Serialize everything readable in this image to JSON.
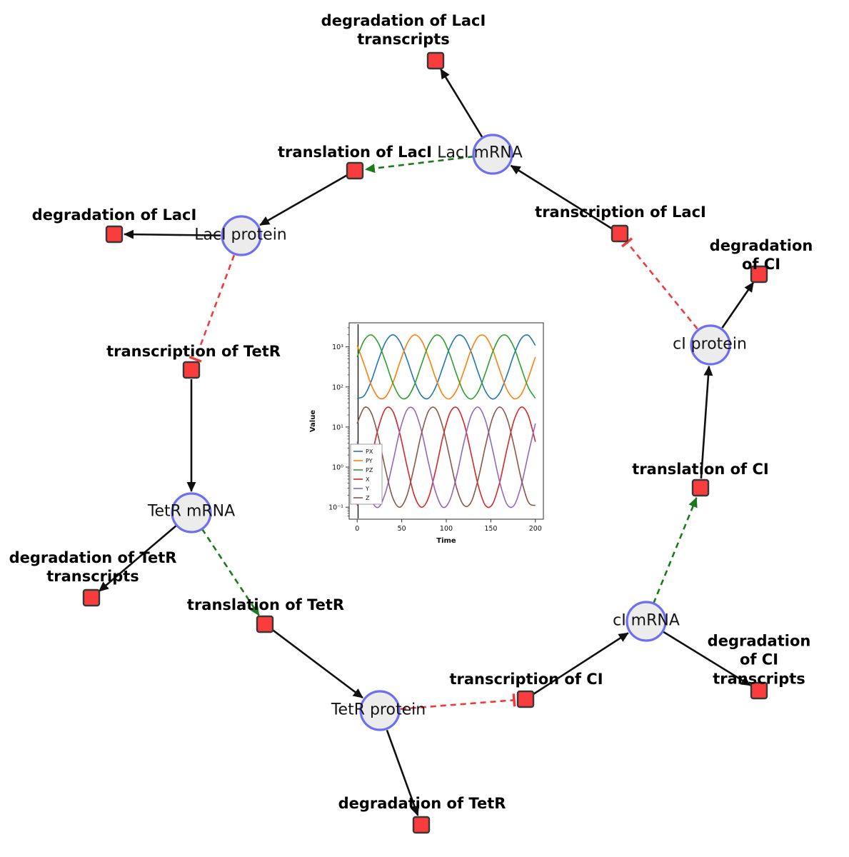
{
  "figure": {
    "background": "#ffffff"
  },
  "network": {
    "species": [
      {
        "id": "lacI-mrna",
        "label": "LacI mRNA"
      },
      {
        "id": "lacI-protein",
        "label": "LacI protein"
      },
      {
        "id": "tetR-mrna",
        "label": "TetR mRNA"
      },
      {
        "id": "tetR-protein",
        "label": "TetR protein"
      },
      {
        "id": "cI-mrna",
        "label": "cI mRNA"
      },
      {
        "id": "cI-protein",
        "label": "cI protein"
      }
    ],
    "reactions": [
      {
        "id": "deg-lacI-transcripts",
        "label": "degradation of LacI\ntranscripts"
      },
      {
        "id": "translation-lacI",
        "label": "translation of LacI"
      },
      {
        "id": "transcription-lacI",
        "label": "transcription of LacI"
      },
      {
        "id": "deg-lacI",
        "label": "degradation of LacI"
      },
      {
        "id": "deg-cI",
        "label": "degradation of CI"
      },
      {
        "id": "transcription-tetR",
        "label": "transcription of TetR"
      },
      {
        "id": "translation-cI",
        "label": "translation of CI"
      },
      {
        "id": "deg-tetR-transcripts",
        "label": "degradation of TetR\ntranscripts"
      },
      {
        "id": "translation-tetR",
        "label": "translation of TetR"
      },
      {
        "id": "transcription-cI",
        "label": "transcription of CI"
      },
      {
        "id": "deg-cI-transcripts",
        "label": "degradation of CI\ntranscripts"
      },
      {
        "id": "deg-tetR",
        "label": "degradation of TetR"
      }
    ],
    "edge_types": {
      "consumption_production": "solid black arrow",
      "catalysis": "dashed green arrow",
      "inhibition": "dashed red tee"
    },
    "colors": {
      "species_fill": "#ececec",
      "species_stroke": "#6e6ef2",
      "reaction_fill": "#fa3c3c",
      "reaction_stroke": "#383838",
      "edge": "#101010",
      "activation": "#1b7a1b",
      "inhibition": "#ef3b3b"
    }
  },
  "chart_data": {
    "type": "line",
    "title": "",
    "xlabel": "Time",
    "ylabel": "Value",
    "y_scale": "log",
    "grid": false,
    "legend_position": "left-middle",
    "xlim": [
      -9,
      209
    ],
    "ylog_lim": [
      -1.3,
      3.6
    ],
    "x_ticks": [
      0,
      50,
      100,
      150,
      200
    ],
    "y_ticks": [
      {
        "v": 0.1,
        "label": "10⁻¹"
      },
      {
        "v": 1,
        "label": "10⁰"
      },
      {
        "v": 10,
        "label": "10¹"
      },
      {
        "v": 100,
        "label": "10²"
      },
      {
        "v": 1000,
        "label": "10³"
      }
    ],
    "x": [
      0,
      8,
      16,
      24,
      32,
      40,
      48,
      56,
      64,
      72,
      80,
      88,
      96,
      104,
      112,
      120,
      128,
      136,
      144,
      152,
      160,
      168,
      176,
      184,
      192,
      200
    ],
    "series": [
      {
        "name": "PX",
        "color": "#1f77b4",
        "values": [
          52,
          61,
          144,
          481,
          1340,
          1995,
          1340,
          481,
          144,
          61,
          52,
          98,
          304,
          964,
          1884,
          1702,
          742,
          224,
          78,
          50,
          71,
          193,
          645,
          1589,
          1945,
          1084
        ]
      },
      {
        "name": "PY",
        "color": "#ff7f0e",
        "values": [
          1084,
          355,
          110,
          54,
          57,
          126,
          414,
          1211,
          1982,
          1466,
          558,
          167,
          65,
          51,
          87,
          261,
          849,
          1803,
          1800,
          849,
          261,
          87,
          51,
          65,
          167,
          558
        ]
      },
      {
        "name": "PZ",
        "color": "#2ca02c",
        "values": [
          558,
          1466,
          1982,
          1211,
          414,
          126,
          57,
          54,
          110,
          355,
          1084,
          1945,
          1589,
          645,
          193,
          71,
          50,
          78,
          224,
          742,
          1702,
          1884,
          964,
          304,
          98,
          52
        ]
      },
      {
        "name": "X",
        "color": "#d62728",
        "values": [
          0.11,
          0.28,
          1.7,
          10,
          28.9,
          24.7,
          6.7,
          1.04,
          0.2,
          0.1,
          0.17,
          0.82,
          5.4,
          22.1,
          30.4,
          12.2,
          2.1,
          0.34,
          0.11,
          0.12,
          0.42,
          2.7,
          14.5,
          31.3,
          19.5,
          4.3
        ]
      },
      {
        "name": "Y",
        "color": "#9467bd",
        "values": [
          4.3,
          0.65,
          0.15,
          0.1,
          0.24,
          1.3,
          8.3,
          26.9,
          26.9,
          8.3,
          1.3,
          0.24,
          0.1,
          0.15,
          0.65,
          4.3,
          19.5,
          31.3,
          14.5,
          2.7,
          0.42,
          0.12,
          0.11,
          0.34,
          2.1,
          12.2
        ]
      },
      {
        "name": "Z",
        "color": "#8c564b",
        "values": [
          12.2,
          30.4,
          22.1,
          5.4,
          0.82,
          0.17,
          0.1,
          0.2,
          1.04,
          6.7,
          24.7,
          28.9,
          10.1,
          1.67,
          0.28,
          0.11,
          0.135,
          0.52,
          3.4,
          17,
          31.6,
          17,
          3.4,
          0.52,
          0.135,
          0.11
        ]
      }
    ],
    "transient_line_t": 1
  }
}
